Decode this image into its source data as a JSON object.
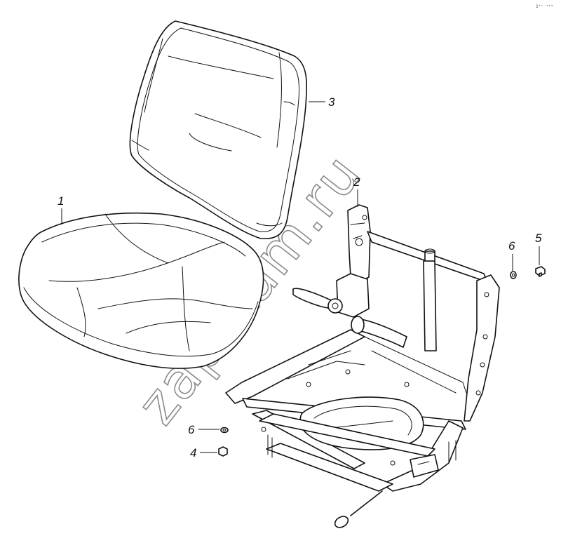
{
  "callouts": [
    {
      "id": "1",
      "label": "1"
    },
    {
      "id": "2",
      "label": "2"
    },
    {
      "id": "3",
      "label": "3"
    },
    {
      "id": "4",
      "label": "4"
    },
    {
      "id": "5",
      "label": "5"
    },
    {
      "id": "6a",
      "label": "6"
    },
    {
      "id": "6b",
      "label": "6"
    }
  ],
  "watermark": "zap-kam.ru",
  "corner_mark": "1ᵉʳ ˢᵉᵉ"
}
